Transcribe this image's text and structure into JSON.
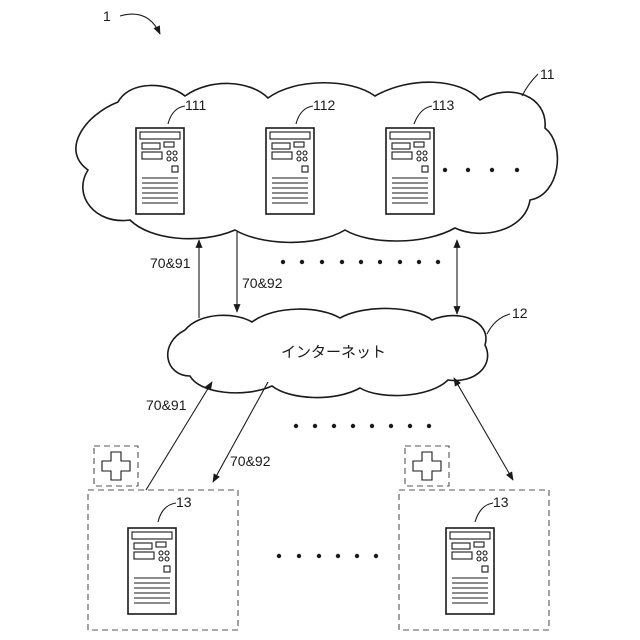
{
  "figure_ref": "1",
  "cloud_top": {
    "ref": "11",
    "servers": [
      {
        "ref": "111"
      },
      {
        "ref": "112"
      },
      {
        "ref": "113"
      }
    ]
  },
  "internet": {
    "ref": "12",
    "label": "インターネット"
  },
  "links": {
    "top_up": "70&91",
    "top_down": "70&92",
    "bottom_up": "70&91",
    "bottom_down": "70&92"
  },
  "clients": [
    {
      "ref": "13",
      "icon": "plus-icon"
    },
    {
      "ref": "13",
      "icon": "plus-icon"
    }
  ],
  "icons": [
    "server-icon",
    "plus-icon",
    "arrow-icon",
    "ellipsis-dots"
  ]
}
